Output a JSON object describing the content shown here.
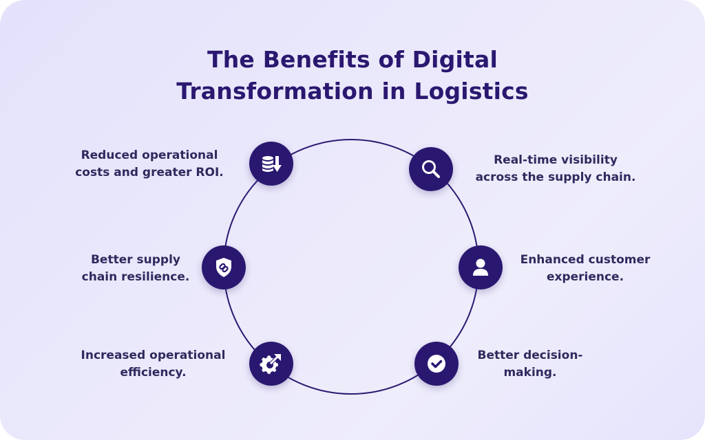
{
  "title": {
    "line1": "The Benefits of Digital",
    "line2": "Transformation in Logistics"
  },
  "colors": {
    "primary": "#2a1870",
    "text": "#2e2a5e",
    "background": "#e9e7fb"
  },
  "benefits": [
    {
      "icon": "coins-down-icon",
      "line1": "Reduced operational",
      "line2": "costs and greater ROI."
    },
    {
      "icon": "magnifier-icon",
      "line1": "Real-time visibility",
      "line2": "across the supply chain."
    },
    {
      "icon": "shield-link-icon",
      "line1": "Better supply",
      "line2": "chain resilience."
    },
    {
      "icon": "user-icon",
      "line1": "Enhanced customer",
      "line2": "experience."
    },
    {
      "icon": "gear-arrow-icon",
      "line1": "Increased operational",
      "line2": "efficiency."
    },
    {
      "icon": "check-circle-icon",
      "line1": "Better decision-",
      "line2": "making."
    }
  ]
}
